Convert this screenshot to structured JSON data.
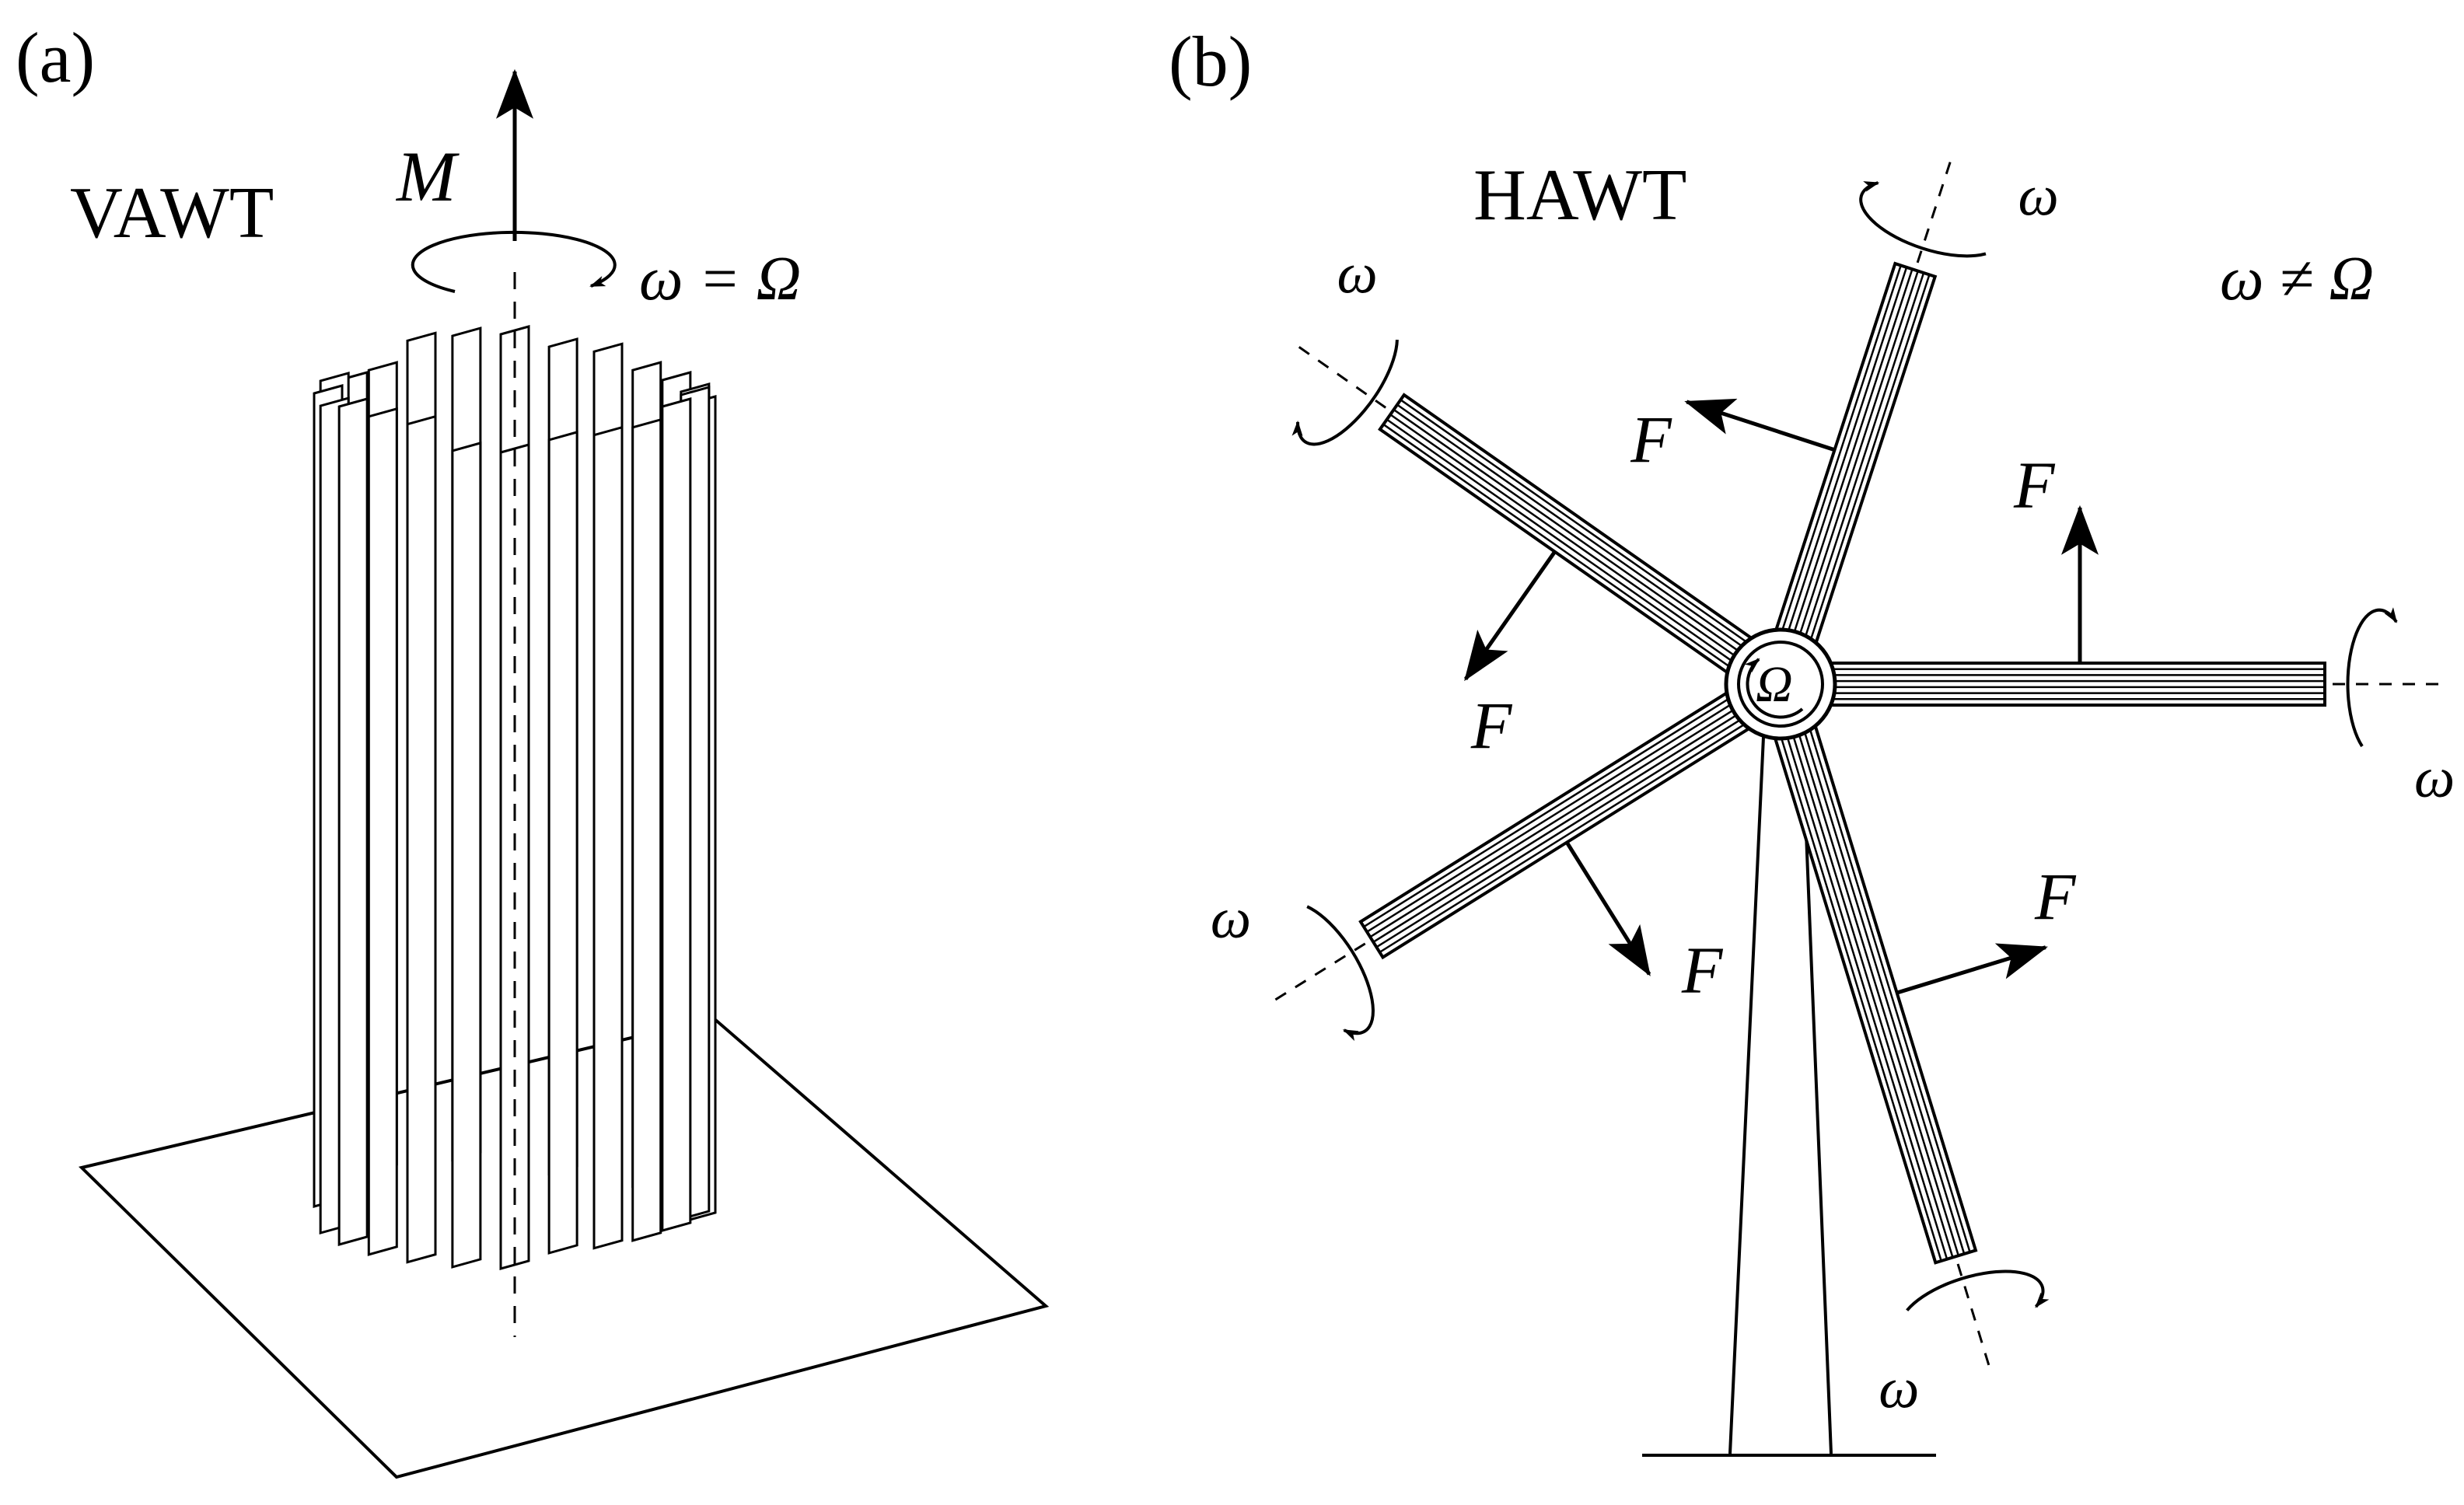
{
  "panel_a": {
    "label": "(a)",
    "title": "VAWT",
    "moment_label": "M",
    "speed_relation": "ω = Ω"
  },
  "panel_b": {
    "label": "(b)",
    "title": "HAWT",
    "speed_relation": "ω ≠ Ω",
    "hub_label": "Ω",
    "blade_spin_label": "ω",
    "force_label": "F"
  },
  "colors": {
    "ink": "#000000",
    "background": "#ffffff"
  }
}
